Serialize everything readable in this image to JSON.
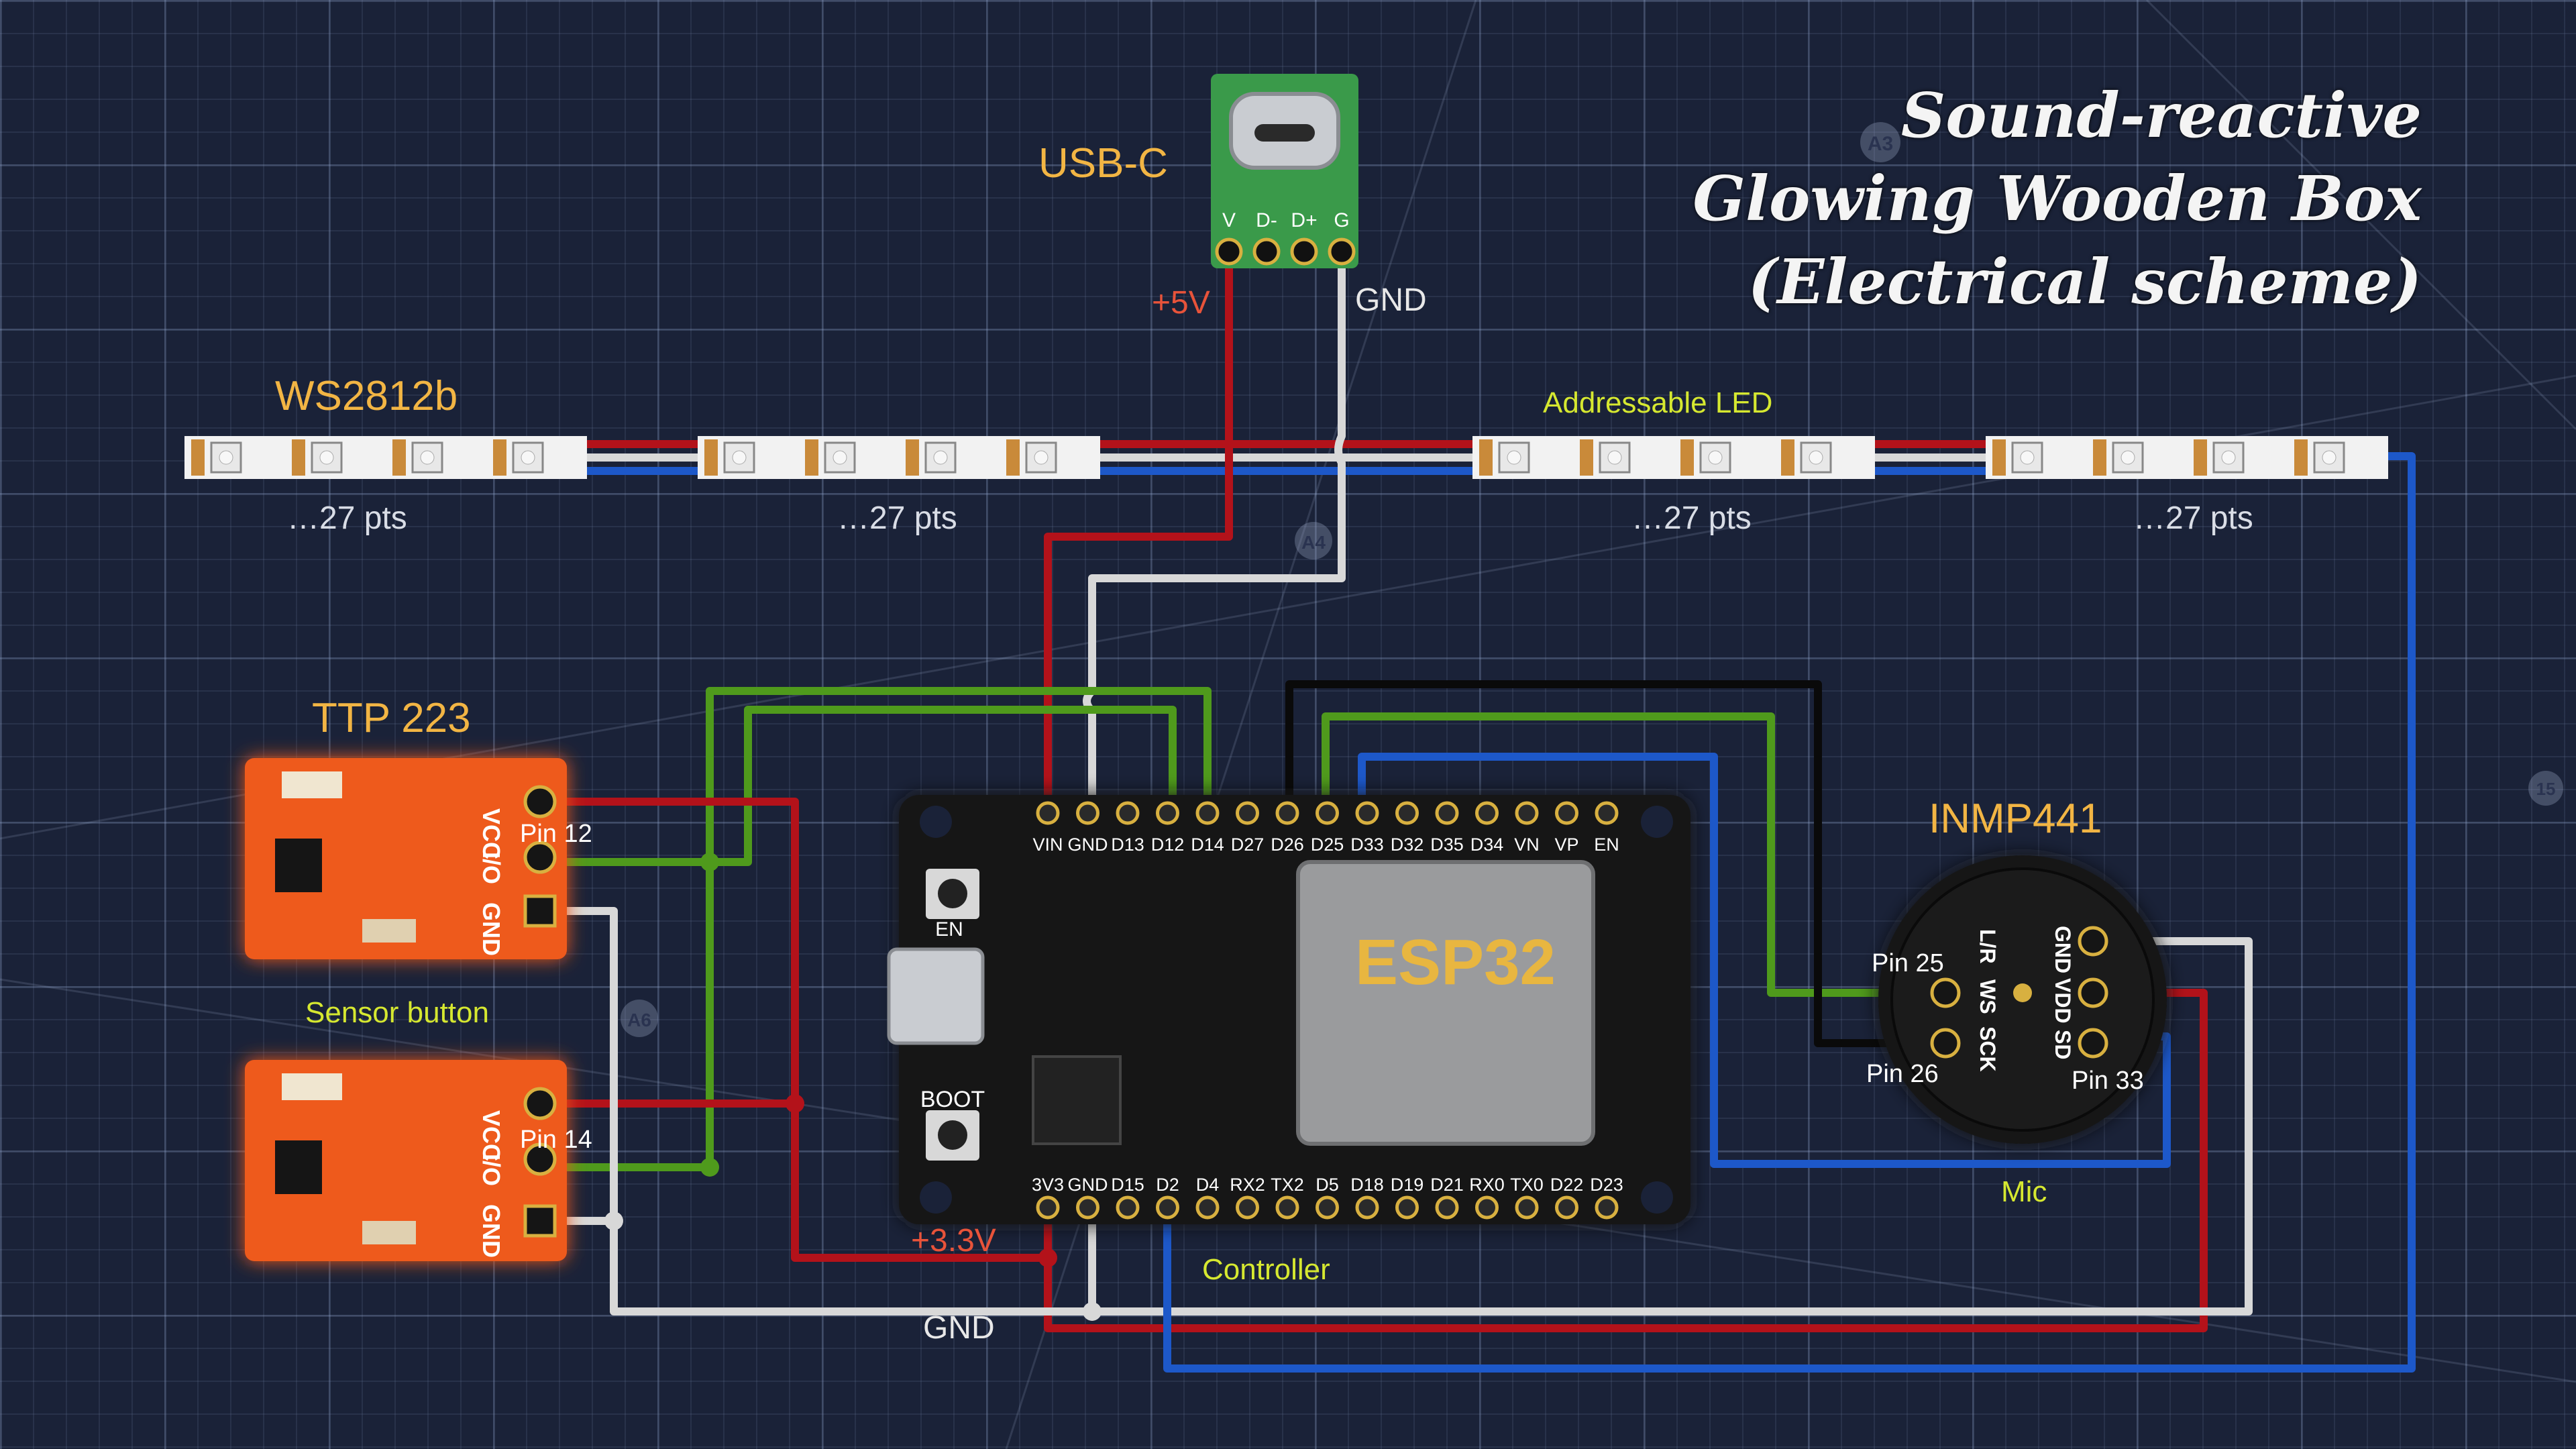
{
  "title": {
    "line1": "Sound-reactive",
    "line2": "Glowing Wooden Box",
    "line3": "(Electrical scheme)"
  },
  "usb": {
    "name": "USB-C",
    "pins": [
      "V",
      "D-",
      "D+",
      "G"
    ],
    "vout_label": "+5V",
    "gnd_label": "GND"
  },
  "leds": {
    "name": "WS2812b",
    "caption": "Addressable LED",
    "segment_label": "…27 pts",
    "segment_count": 4
  },
  "ttp": {
    "name": "TTP 223",
    "caption": "Sensor button",
    "pin_top": "Pin 12",
    "pin_bottom": "Pin 14",
    "board_pins": [
      "VCC",
      "I/O",
      "GND"
    ]
  },
  "esp32": {
    "name": "ESP32",
    "caption": "Controller",
    "top_pins": [
      "VIN",
      "GND",
      "D13",
      "D12",
      "D14",
      "D27",
      "D26",
      "D25",
      "D33",
      "D32",
      "D35",
      "D34",
      "VN",
      "VP",
      "EN"
    ],
    "bottom_pins": [
      "3V3",
      "GND",
      "D15",
      "D2",
      "D4",
      "RX2",
      "TX2",
      "D5",
      "D18",
      "D19",
      "D21",
      "RX0",
      "TX0",
      "D22",
      "D23"
    ],
    "en_button": "EN",
    "boot_button": "BOOT",
    "v33_label": "+3.3V",
    "gnd_label": "GND"
  },
  "mic": {
    "name": "INMP441",
    "caption": "Mic",
    "pin_25": "Pin 25",
    "pin_26": "Pin 26",
    "pin_33": "Pin 33",
    "board_pins": [
      "L/R",
      "WS",
      "SCK",
      "GND",
      "VDD",
      "SD"
    ]
  },
  "markers": [
    "A3",
    "A4",
    "A6",
    "15"
  ],
  "colors": {
    "background": "#1a2238",
    "power_wire": "#b3121a",
    "ground_wire": "#d8d8d8",
    "signal_green": "#4f9a1c",
    "signal_blue": "#1d58c9",
    "signal_black": "#0a0a0a",
    "pcb_orange": "#ee5a1d",
    "pcb_black": "#151515",
    "pcb_green": "#3a9a4a",
    "title_orange": "#f2b544",
    "label_yellow": "#d6e830"
  }
}
